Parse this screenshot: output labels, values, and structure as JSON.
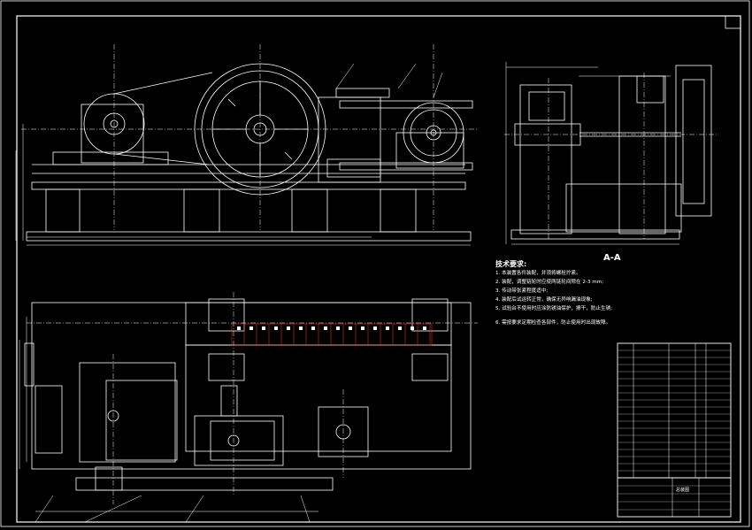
{
  "drawing": {
    "section_label": "A-A",
    "notes_title": "技术要求:",
    "notes": [
      "1. 本装置各件装配，并须将螺栓拧紧。",
      "2. 装配，调整链轮时应使两链轮间隙在 2-3 mm;",
      "3. 传动带张紧程度适中;",
      "4. 装配后试运转正常，确保无异响漏油现象;",
      "5. 试验台不使用时应涂防锈油保护，擦干，防止生锈;",
      "6. 需按要求定期检查各部件，防止使用时出现故障。"
    ],
    "title_block_name": "总装图"
  },
  "colors": {
    "background": "#000000",
    "line": "#ffffff",
    "hidden": "#ff3030",
    "dim": "#ffffff"
  }
}
